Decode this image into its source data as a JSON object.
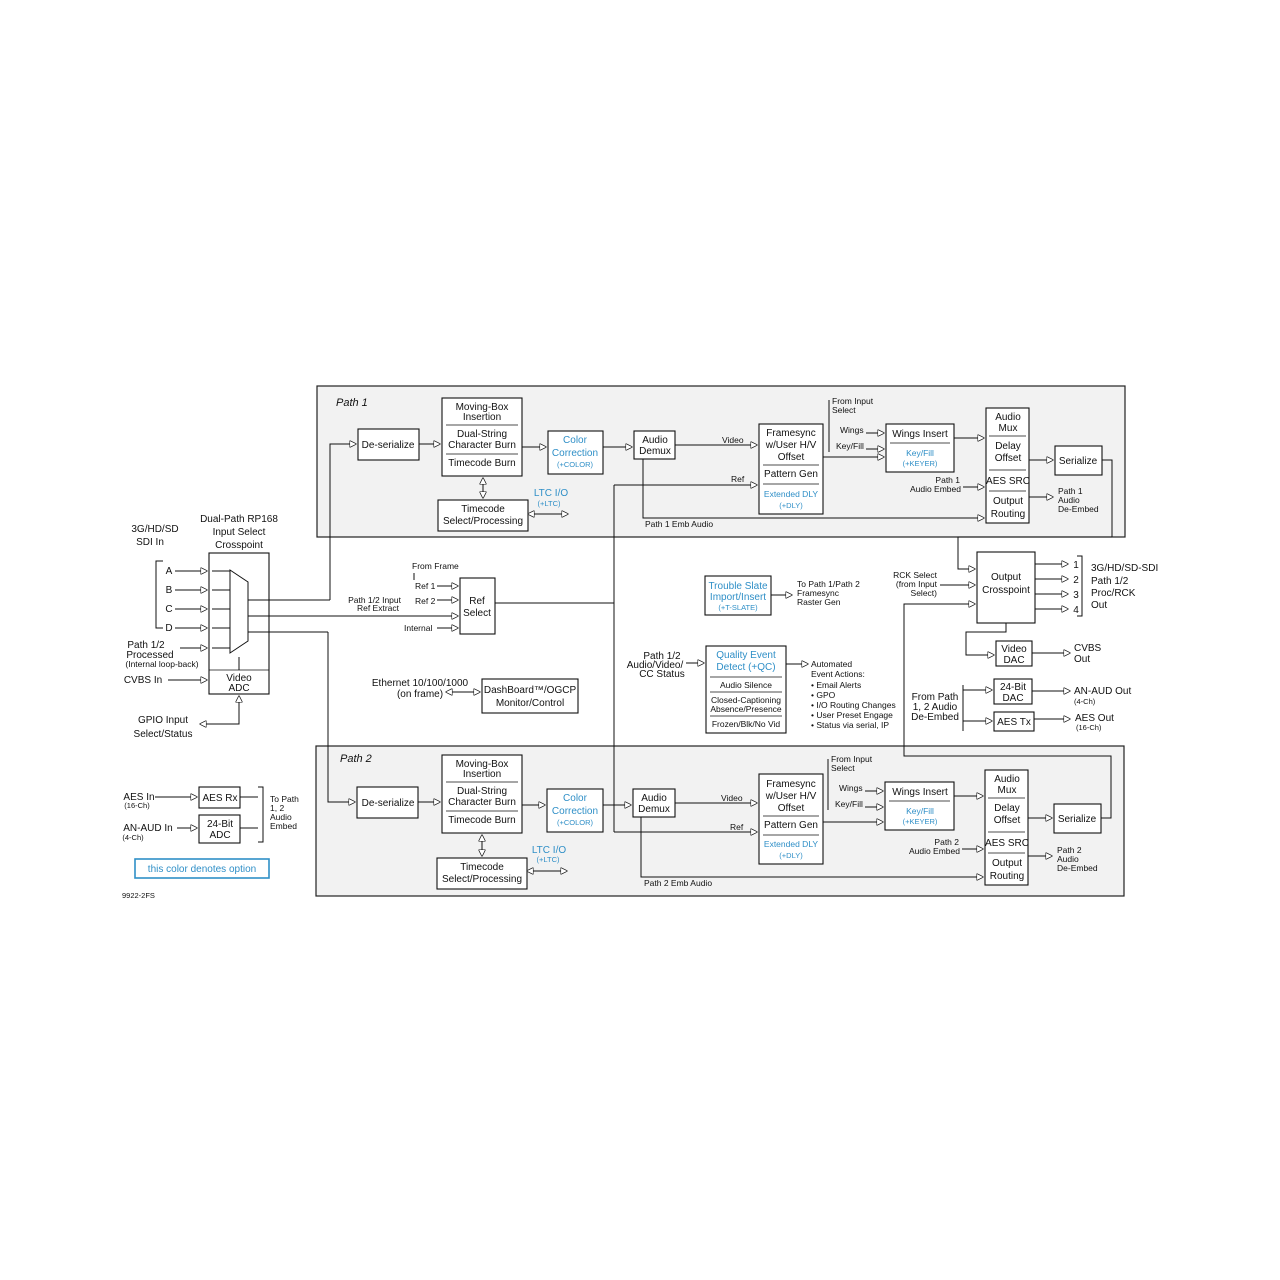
{
  "colors": {
    "option": "#2f8fc7",
    "panel": "#f2f2f2",
    "line": "#111111"
  },
  "path1": {
    "title": "Path 1",
    "deserialize": "De-serialize",
    "moving_box_1": "Moving-Box",
    "moving_box_2": "Insertion",
    "dual_string_1": "Dual-String",
    "dual_string_2": "Character Burn",
    "timecode_burn": "Timecode Burn",
    "color_1": "Color",
    "color_2": "Correction",
    "color_opt": "(+COLOR)",
    "timecode_1": "Timecode",
    "timecode_2": "Select/Processing",
    "ltc": "LTC  I/O",
    "ltc_opt": "(+LTC)",
    "audio_1": "Audio",
    "audio_2": "Demux",
    "video_label": "Video",
    "ref_label": "Ref",
    "fs_1": "Framesync",
    "fs_2": "w/User H/V",
    "fs_3": "Offset",
    "pattern_gen": "Pattern Gen",
    "ext_dly": "Extended DLY",
    "ext_dly_opt": "(+DLY)",
    "from_input_1": "From Input",
    "from_input_2": "Select",
    "wings": "Wings",
    "keyfill": "Key/Fill",
    "wings_insert": "Wings Insert",
    "keyfill_opt": "Key/Fill",
    "keyer_opt": "(+KEYER)",
    "audio_mux_1": "Audio",
    "audio_mux_2": "Mux",
    "delay_1": "Delay",
    "delay_2": "Offset",
    "aes_src": "AES SRC",
    "out_routing_1": "Output",
    "out_routing_2": "Routing",
    "serialize": "Serialize",
    "embed_1": "Path 1",
    "embed_2": "Audio Embed",
    "deembed_1": "Path 1",
    "deembed_2": "Audio",
    "deembed_3": "De-Embed",
    "emb_audio": "Path 1 Emb Audio"
  },
  "path2": {
    "title": "Path 2",
    "deserialize": "De-serialize",
    "moving_box_1": "Moving-Box",
    "moving_box_2": "Insertion",
    "dual_string_1": "Dual-String",
    "dual_string_2": "Character Burn",
    "timecode_burn": "Timecode Burn",
    "color_1": "Color",
    "color_2": "Correction",
    "color_opt": "(+COLOR)",
    "timecode_1": "Timecode",
    "timecode_2": "Select/Processing",
    "ltc": "LTC  I/O",
    "ltc_opt": "(+LTC)",
    "audio_1": "Audio",
    "audio_2": "Demux",
    "video_label": "Video",
    "ref_label": "Ref",
    "fs_1": "Framesync",
    "fs_2": "w/User H/V",
    "fs_3": "Offset",
    "pattern_gen": "Pattern Gen",
    "ext_dly": "Extended DLY",
    "ext_dly_opt": "(+DLY)",
    "from_input_1": "From Input",
    "from_input_2": "Select",
    "wings": "Wings",
    "keyfill": "Key/Fill",
    "wings_insert": "Wings Insert",
    "keyfill_opt": "Key/Fill",
    "keyer_opt": "(+KEYER)",
    "audio_mux_1": "Audio",
    "audio_mux_2": "Mux",
    "delay_1": "Delay",
    "delay_2": "Offset",
    "aes_src": "AES SRC",
    "out_routing_1": "Output",
    "out_routing_2": "Routing",
    "serialize": "Serialize",
    "embed_1": "Path 2",
    "embed_2": "Audio Embed",
    "deembed_1": "Path 2",
    "deembed_2": "Audio",
    "deembed_3": "De-Embed",
    "emb_audio": "Path 2 Emb Audio"
  },
  "inputs": {
    "sdi_1": "3G/HD/SD",
    "sdi_2": "SDI In",
    "a": "A",
    "b": "B",
    "c": "C",
    "d": "D",
    "processed_1": "Path 1/2",
    "processed_2": "Processed",
    "processed_3": "(Internal loop-back)",
    "cvbs_in": "CVBS In",
    "gpio_1": "GPIO Input",
    "gpio_2": "Select/Status",
    "crosspoint_1": "Dual-Path RP168",
    "crosspoint_2": "Input Select",
    "crosspoint_3": "Crosspoint",
    "video_adc_1": "Video",
    "video_adc_2": "ADC",
    "aes_in": "AES In",
    "aes_in_ch": "(16-Ch)",
    "anaud_in": "AN-AUD In",
    "anaud_in_ch": "(4-Ch)",
    "aes_rx": "AES Rx",
    "adc_1": "24-Bit",
    "adc_2": "ADC",
    "to_path_1": "To Path",
    "to_path_2": "1, 2",
    "to_path_3": "Audio",
    "to_path_4": "Embed"
  },
  "ref": {
    "from_frame": "From Frame",
    "ref1": "Ref 1",
    "ref2": "Ref 2",
    "extract_1": "Path 1/2 Input",
    "extract_2": "Ref Extract",
    "internal": "Internal",
    "box_1": "Ref",
    "box_2": "Select"
  },
  "ethernet": {
    "label_1": "Ethernet 10/100/1000",
    "label_2": "(on frame)",
    "box_1": "DashBoard™/OGCP",
    "box_2": "Monitor/Control"
  },
  "slate": {
    "box_1": "Trouble Slate",
    "box_2": "Import/Insert",
    "box_opt": "(+T-SLATE)",
    "to_1": "To Path 1/Path 2",
    "to_2": "Framesync",
    "to_3": "Raster Gen"
  },
  "qc": {
    "in_1": "Path 1/2",
    "in_2": "Audio/Video/",
    "in_3": "CC Status",
    "title_1": "Quality Event",
    "title_2": "Detect (+QC)",
    "item_1": "Audio Silence",
    "item_2a": "Closed-Captioning",
    "item_2b": "Absence/Presence",
    "item_3": "Frozen/Blk/No Vid",
    "actions_title_1": "Automated",
    "actions_title_2": "Event Actions:",
    "actions": [
      "• Email Alerts",
      "• GPO",
      "• I/O Routing Changes",
      "• User Preset Engage",
      "• Status via serial, IP"
    ]
  },
  "outputs": {
    "rck_1": "RCK Select",
    "rck_2": "(from Input",
    "rck_3": "Select)",
    "xpoint_1": "Output",
    "xpoint_2": "Crosspoint",
    "n1": "1",
    "n2": "2",
    "n3": "3",
    "n4": "4",
    "sdi_1": "3G/HD/SD-SDI",
    "sdi_2": "Path 1/2",
    "sdi_3": "Proc/RCK",
    "sdi_4": "Out",
    "vdac_1": "Video",
    "vdac_2": "DAC",
    "cvbs_1": "CVBS",
    "cvbs_2": "Out",
    "from_path_1": "From Path",
    "from_path_2": "1, 2 Audio",
    "from_path_3": "De-Embed",
    "dac_1": "24-Bit",
    "dac_2": "DAC",
    "anaud_out": "AN-AUD Out",
    "anaud_out_ch": "(4-Ch)",
    "aes_tx": "AES Tx",
    "aes_out": "AES Out",
    "aes_out_ch": "(16-Ch)"
  },
  "legend": "this color denotes option",
  "figure_id": "9922-2FS"
}
